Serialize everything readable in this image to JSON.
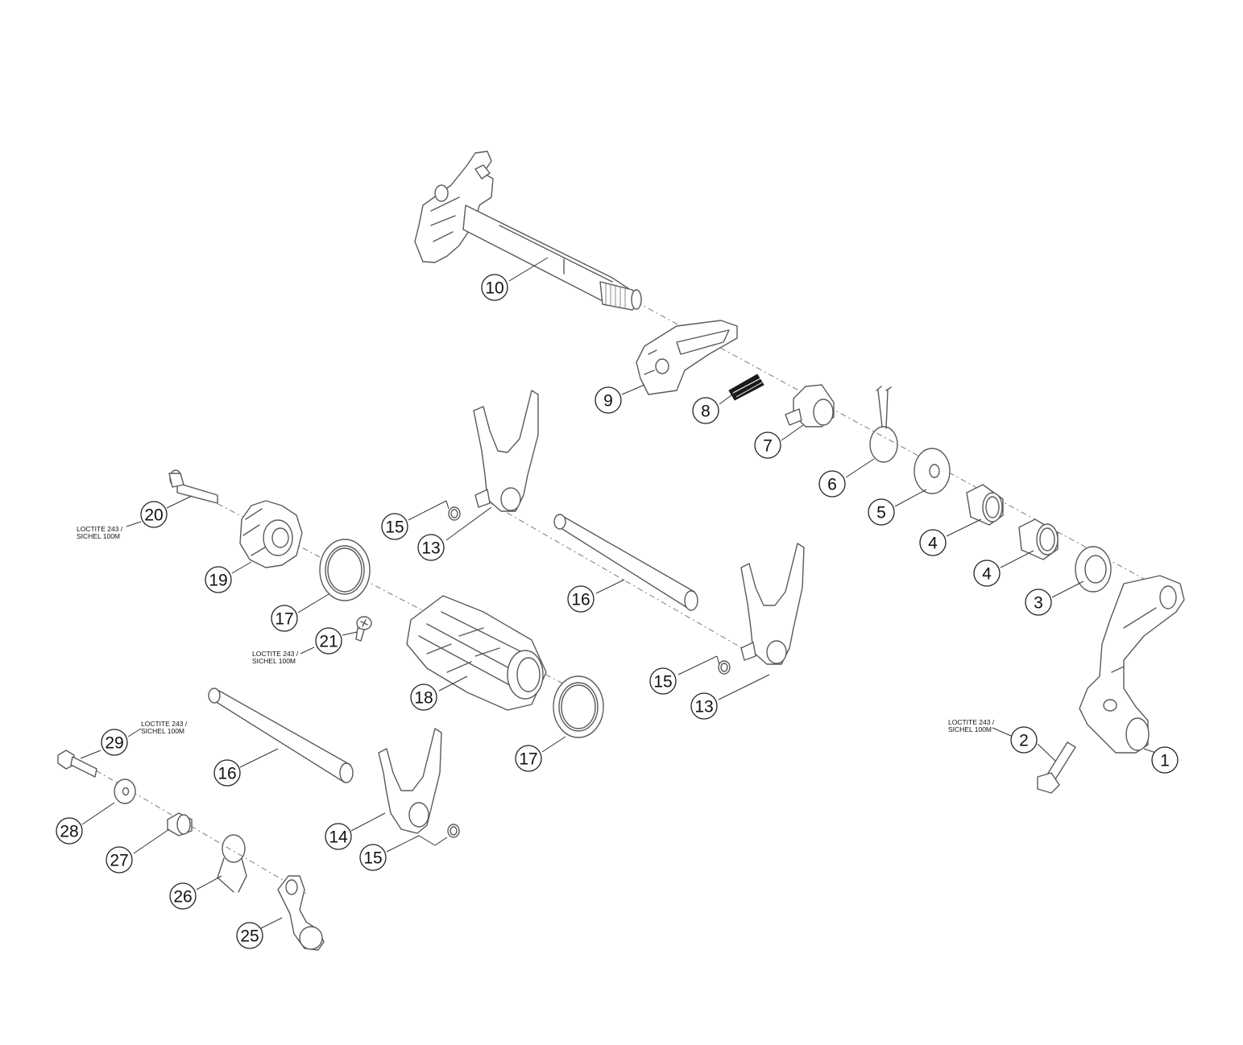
{
  "callouts": [
    {
      "id": "c1",
      "label": "1"
    },
    {
      "id": "c2",
      "label": "2"
    },
    {
      "id": "c3",
      "label": "3"
    },
    {
      "id": "c4a",
      "label": "4"
    },
    {
      "id": "c4b",
      "label": "4"
    },
    {
      "id": "c5",
      "label": "5"
    },
    {
      "id": "c6",
      "label": "6"
    },
    {
      "id": "c7",
      "label": "7"
    },
    {
      "id": "c8",
      "label": "8"
    },
    {
      "id": "c9",
      "label": "9"
    },
    {
      "id": "c10",
      "label": "10"
    },
    {
      "id": "c13a",
      "label": "13"
    },
    {
      "id": "c13b",
      "label": "13"
    },
    {
      "id": "c14",
      "label": "14"
    },
    {
      "id": "c15a",
      "label": "15"
    },
    {
      "id": "c15b",
      "label": "15"
    },
    {
      "id": "c15c",
      "label": "15"
    },
    {
      "id": "c16a",
      "label": "16"
    },
    {
      "id": "c16b",
      "label": "16"
    },
    {
      "id": "c17a",
      "label": "17"
    },
    {
      "id": "c17b",
      "label": "17"
    },
    {
      "id": "c18",
      "label": "18"
    },
    {
      "id": "c19",
      "label": "19"
    },
    {
      "id": "c20",
      "label": "20"
    },
    {
      "id": "c21",
      "label": "21"
    },
    {
      "id": "c25",
      "label": "25"
    },
    {
      "id": "c26",
      "label": "26"
    },
    {
      "id": "c27",
      "label": "27"
    },
    {
      "id": "c28",
      "label": "28"
    },
    {
      "id": "c29",
      "label": "29"
    }
  ],
  "notes": {
    "n20": {
      "line1": "LOCTITE 243 /",
      "line2": "SICHEL 100M"
    },
    "n21": {
      "line1": "LOCTITE 243 /",
      "line2": "SICHEL 100M"
    },
    "n29": {
      "line1": "LOCTITE 243 /",
      "line2": "SICHEL 100M"
    },
    "n2": {
      "line1": "LOCTITE 243 /",
      "line2": "SICHEL 100M"
    }
  }
}
